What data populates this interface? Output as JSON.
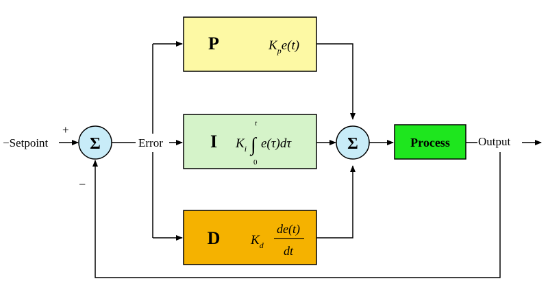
{
  "diagram": {
    "input_label": "Setpoint",
    "input_prefix": "−",
    "plus_sign": "+",
    "minus_sign": "−",
    "error_label": "Error",
    "output_label": "Output",
    "sum_symbol": "Σ",
    "blocks": {
      "p": {
        "letter": "P",
        "gain": "K",
        "gain_sub": "p",
        "expr": "e(t)"
      },
      "i": {
        "letter": "I",
        "gain": "K",
        "gain_sub": "i",
        "integral": "∫",
        "upper": "t",
        "lower": "0",
        "expr": "e(τ)dτ"
      },
      "d": {
        "letter": "D",
        "gain": "K",
        "gain_sub": "d",
        "numerator": "de(t)",
        "denominator": "dt"
      }
    },
    "process_label": "Process",
    "colors": {
      "p_block": "#fdf9a4",
      "i_block": "#d5f3c9",
      "d_block": "#f5b200",
      "process_block": "#1ee61e",
      "sum_circle": "#c8ecf8"
    }
  }
}
